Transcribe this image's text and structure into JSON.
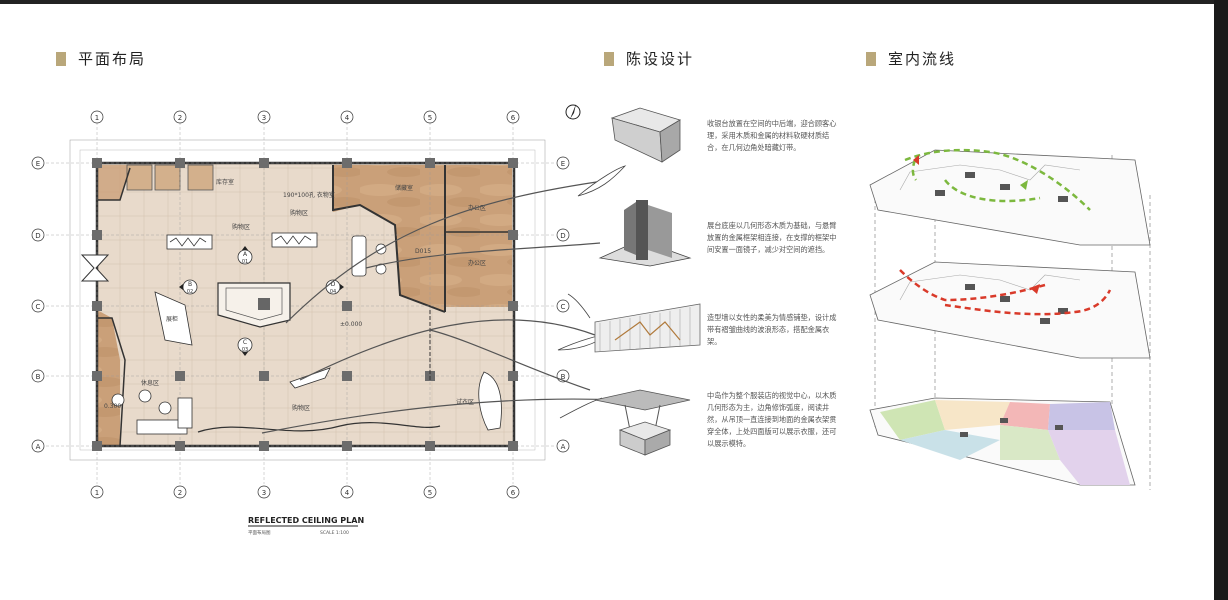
{
  "sections": {
    "plan": "平面布局",
    "display": "陈设设计",
    "flow": "室内流线"
  },
  "plan": {
    "col_labels": [
      "1",
      "2",
      "3",
      "4",
      "5",
      "6"
    ],
    "row_labels": [
      "E",
      "D",
      "C",
      "B",
      "A"
    ],
    "rooms": {
      "shop1": "购物区",
      "shop2": "购物区",
      "storage": "储藏室",
      "office": "办公区",
      "office2": "办公区",
      "rest": "休息区",
      "shop3": "购物区",
      "fitting": "试衣区",
      "stair": "展柜",
      "small1": "库存室",
      "small2": "190*100孔\n衣物室",
      "level": "±0.000",
      "d015": "D015",
      "b300": "0.300"
    },
    "markers": [
      {
        "letter": "A",
        "num": "01"
      },
      {
        "letter": "B",
        "num": "02"
      },
      {
        "letter": "C",
        "num": "03"
      },
      {
        "letter": "D",
        "num": "04"
      }
    ],
    "caption_title": "REFLECTED  CEILING  PLAN",
    "caption_sub": "平面布局图",
    "caption_scale": "SCALE    1:100"
  },
  "display": {
    "items": [
      {
        "text": "收银台放置在空间的中后端，迎合顾客心理，采用木质和金属的材料软硬材质结合，在几何边角处暗藏灯带。"
      },
      {
        "text": "展台底座以几何形态木质为基础，与悬臂放置的金属框架相连接，在支撑的框架中间安置一面镜子，减少对空间的遮挡。"
      },
      {
        "text": "造型墙以女性的柔美为情感铺垫，设计成带有褶皱曲线的波浪形态，搭配金属衣架。"
      },
      {
        "text": "中岛作为整个服装店的视觉中心，以木质几何形态为主，边角修饰弧度，阅读井然，从吊顶一直连接到地面的金属衣架贯穿全体，上处四面版可以展示衣服，还可以展示模特。"
      }
    ]
  },
  "colors": {
    "accent": "#b9a77a",
    "floor": "#e6d6c6",
    "wood": "#caa079",
    "column": "#6c6c6c"
  }
}
